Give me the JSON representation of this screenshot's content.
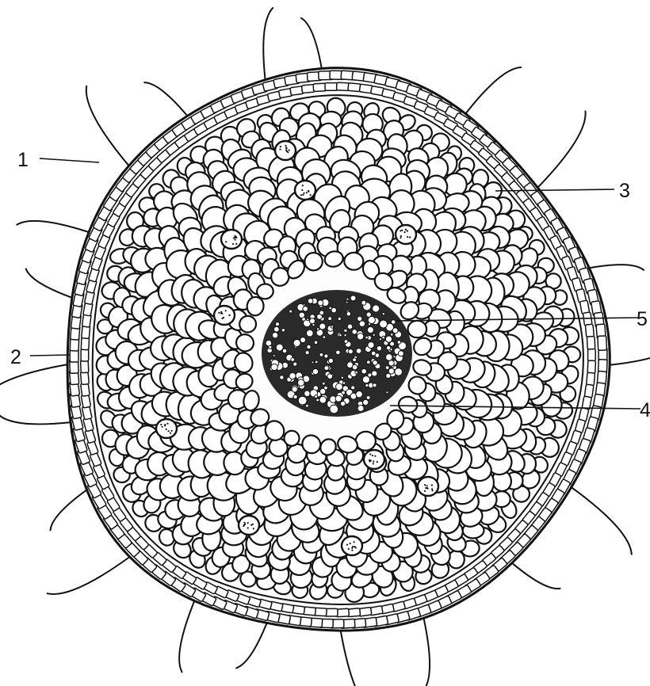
{
  "figure": {
    "labels": [
      "1",
      "2",
      "3",
      "4",
      "5"
    ]
  }
}
